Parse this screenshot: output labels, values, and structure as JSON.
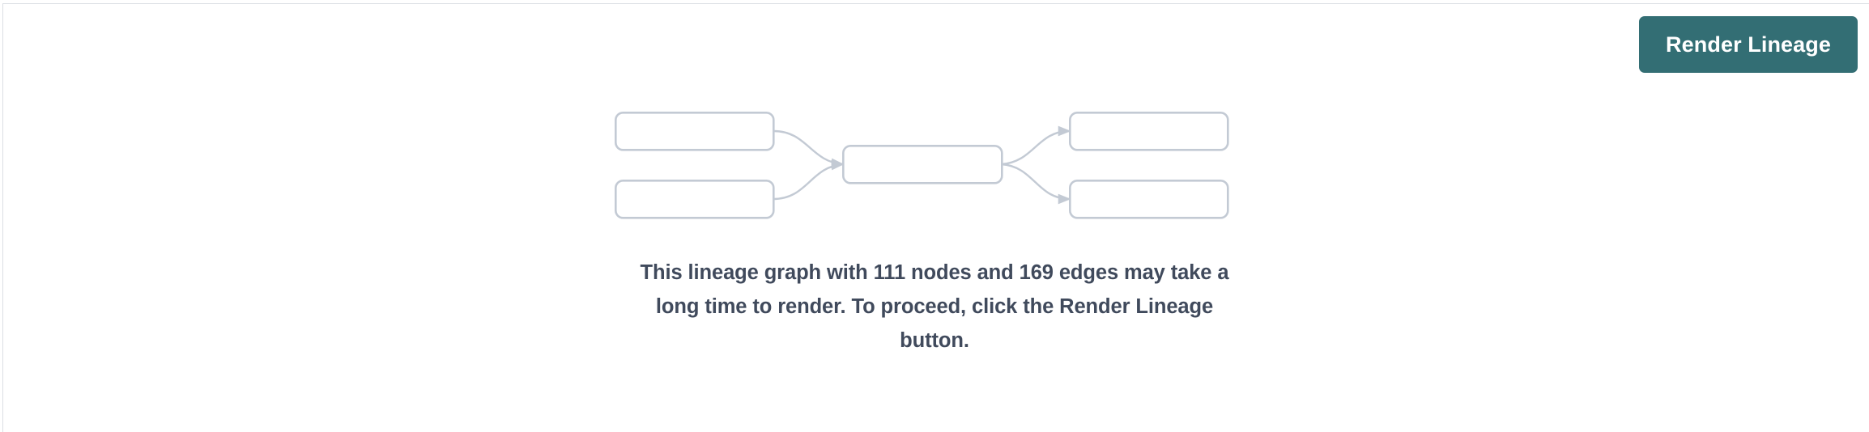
{
  "panel": {
    "background_color": "#ffffff",
    "border_color": "#dcdfe4"
  },
  "toolbar": {
    "render_button_label": "Render Lineage",
    "render_button_color": "#336e74",
    "render_button_text_color": "#ffffff"
  },
  "empty_state": {
    "message": "This lineage graph with 111 nodes and 169 edges may take a long time to render. To proceed, click the Render Lineage button.",
    "message_color": "#404a5c",
    "node_count": 111,
    "edge_count": 169,
    "illustration": {
      "name": "lineage-graph-placeholder",
      "node_border_color": "#c3cad4",
      "edge_color": "#c3cad4",
      "upstream_node_count": 2,
      "center_node_count": 1,
      "downstream_node_count": 2
    }
  }
}
